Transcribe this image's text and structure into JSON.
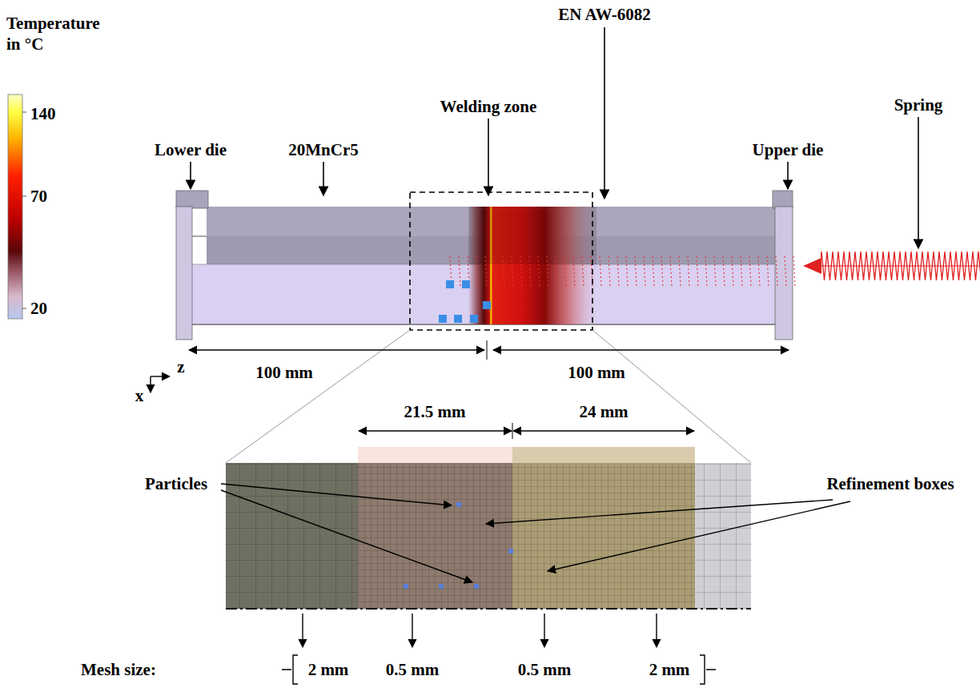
{
  "diagram": {
    "labels": [
      "Temperature in °C",
      "140",
      "70",
      "20",
      "EN AW-6082",
      "Welding zone",
      "Spring",
      "Lower die",
      "20MnCr5",
      "Upper die",
      "100 mm",
      "100 mm",
      "z",
      "x",
      "21.5 mm",
      "24 mm",
      "Particles",
      "Refinement boxes",
      "Mesh size:",
      "2 mm",
      "0.5 mm",
      "0.5 mm",
      "2 mm"
    ]
  }
}
